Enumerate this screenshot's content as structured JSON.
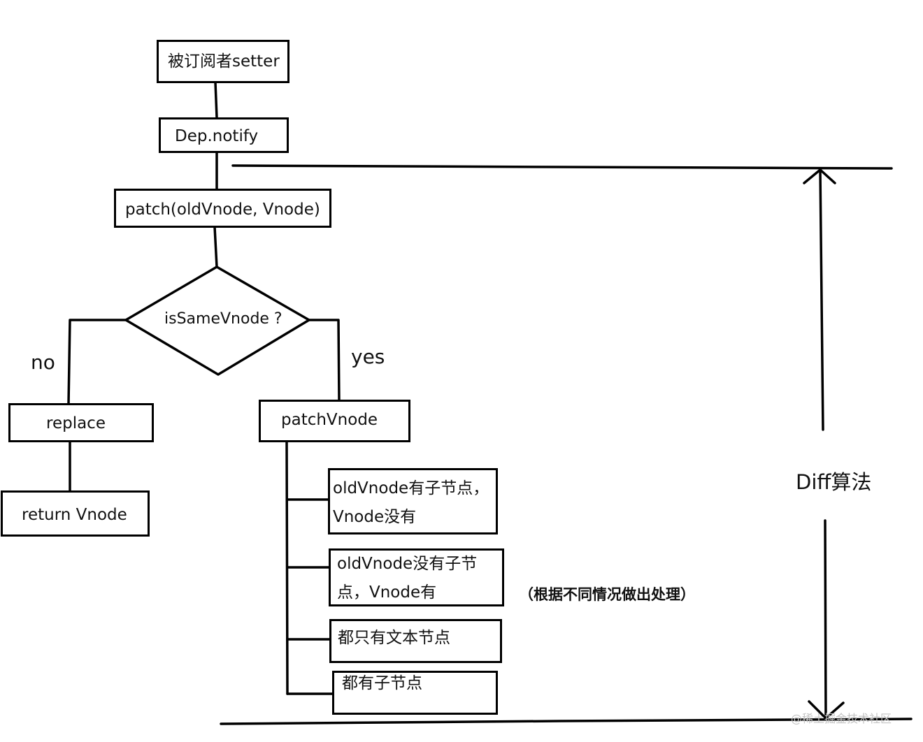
{
  "nodes": {
    "subscriber_setter": "被订阅者setter",
    "dep_notify": "Dep.notify",
    "patch": "patch(oldVnode, Vnode)",
    "decision": "isSameVnode ?",
    "no_label": "no",
    "yes_label": "yes",
    "replace": "replace",
    "return_vnode": "return Vnode",
    "patch_vnode": "patchVnode",
    "case1_line1": "oldVnode有子节点，",
    "case1_line2": "Vnode没有",
    "case2_line1": "oldVnode没有子节",
    "case2_line2": "点，Vnode有",
    "case3": "都只有文本节点",
    "case4": "都有子节点"
  },
  "annotations": {
    "diff_label": "Diff算法",
    "note": "（根据不同情况做出处理）",
    "watermark": "@稀土掘金技术社区"
  }
}
